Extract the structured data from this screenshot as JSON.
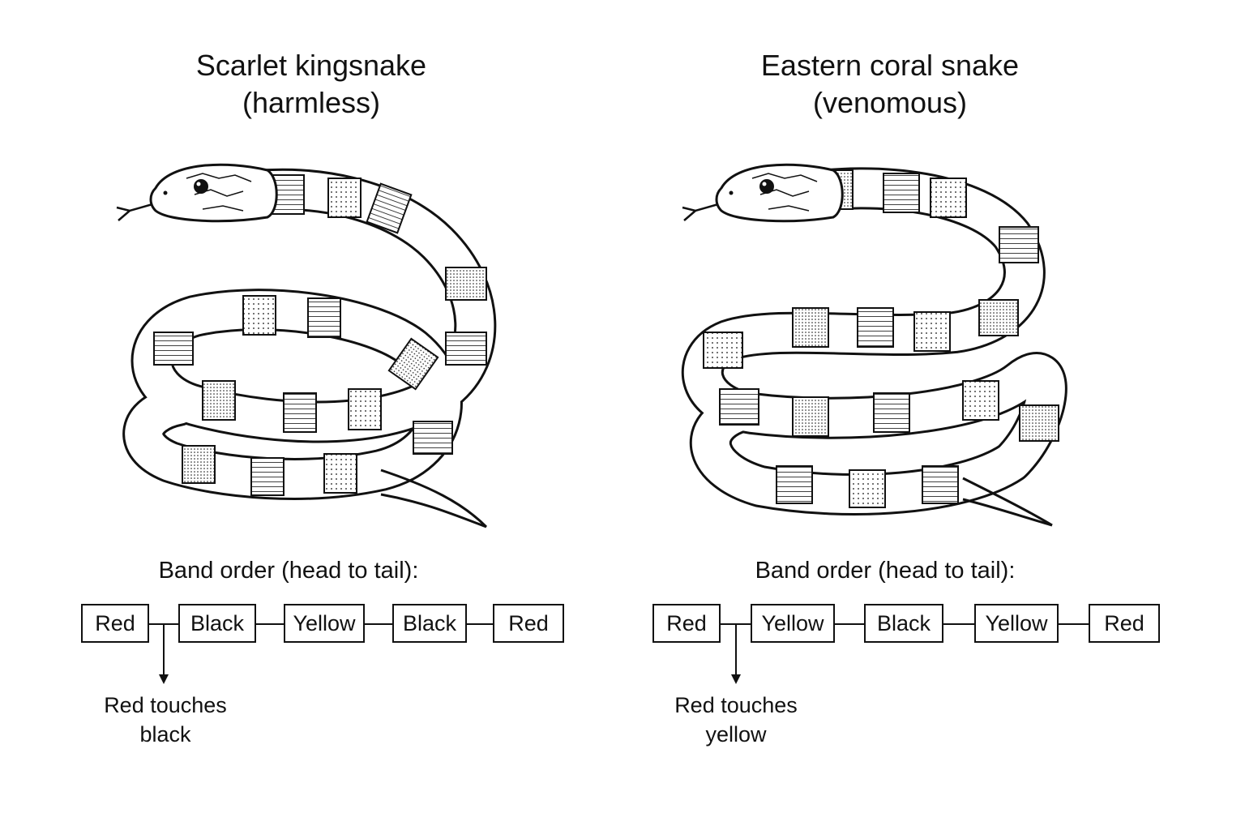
{
  "left": {
    "title_line1": "Scarlet kingsnake",
    "title_line2": "(harmless)",
    "band_heading": "Band order (head to tail):",
    "bands": [
      "Red",
      "Black",
      "Yellow",
      "Black",
      "Red"
    ],
    "rule_line1": "Red touches",
    "rule_line2": "black"
  },
  "right": {
    "title_line1": "Eastern coral snake",
    "title_line2": "(venomous)",
    "band_heading": "Band order (head to tail):",
    "bands": [
      "Red",
      "Yellow",
      "Black",
      "Yellow",
      "Red"
    ],
    "rule_line1": "Red touches",
    "rule_line2": "yellow"
  },
  "colors": {
    "ink": "#111111",
    "background": "#ffffff"
  },
  "icons": {
    "snake": "coiled-banded-snake-illustration",
    "arrow": "down-arrow"
  }
}
